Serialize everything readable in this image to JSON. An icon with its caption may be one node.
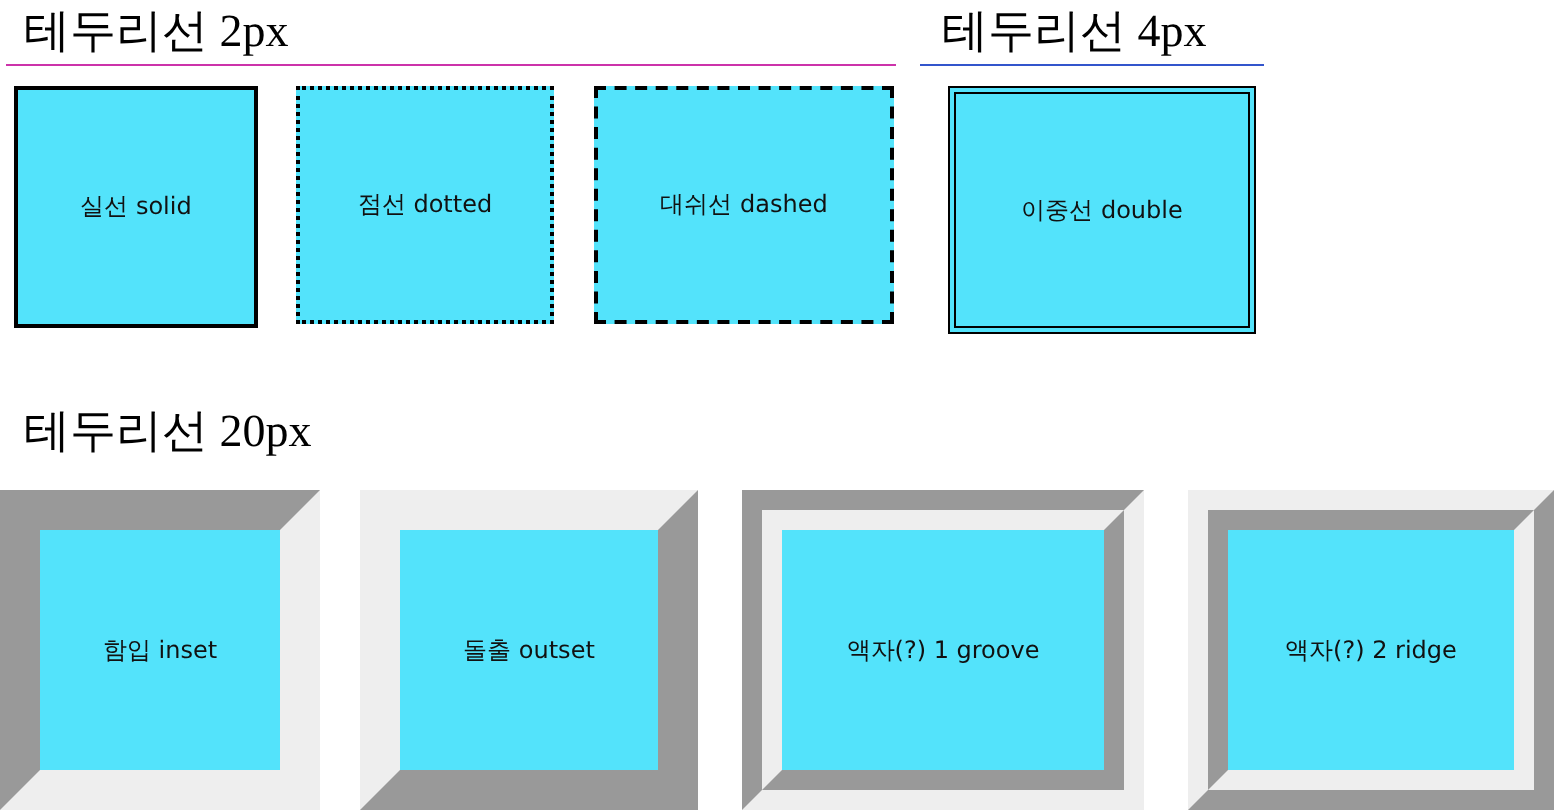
{
  "diagram": {
    "nodes": [
      {
        "text": [
          "실선 solid"
        ]
      },
      {
        "text": [
          "점선 dotted"
        ]
      },
      {
        "text": [
          "대쉬선 dashed"
        ]
      },
      {
        "text": [
          "이중선 double"
        ]
      },
      {
        "text": [
          "함입 inset"
        ]
      },
      {
        "text": [
          "돌출 outset"
        ]
      },
      {
        "text": [
          "액자(?) 1 groove"
        ]
      },
      {
        "text": [
          "액자(?) 2 ridge"
        ]
      }
    ],
    "labels": [
      "테두리선 2px",
      "테두리선 4px",
      "테두리선 20px"
    ]
  }
}
